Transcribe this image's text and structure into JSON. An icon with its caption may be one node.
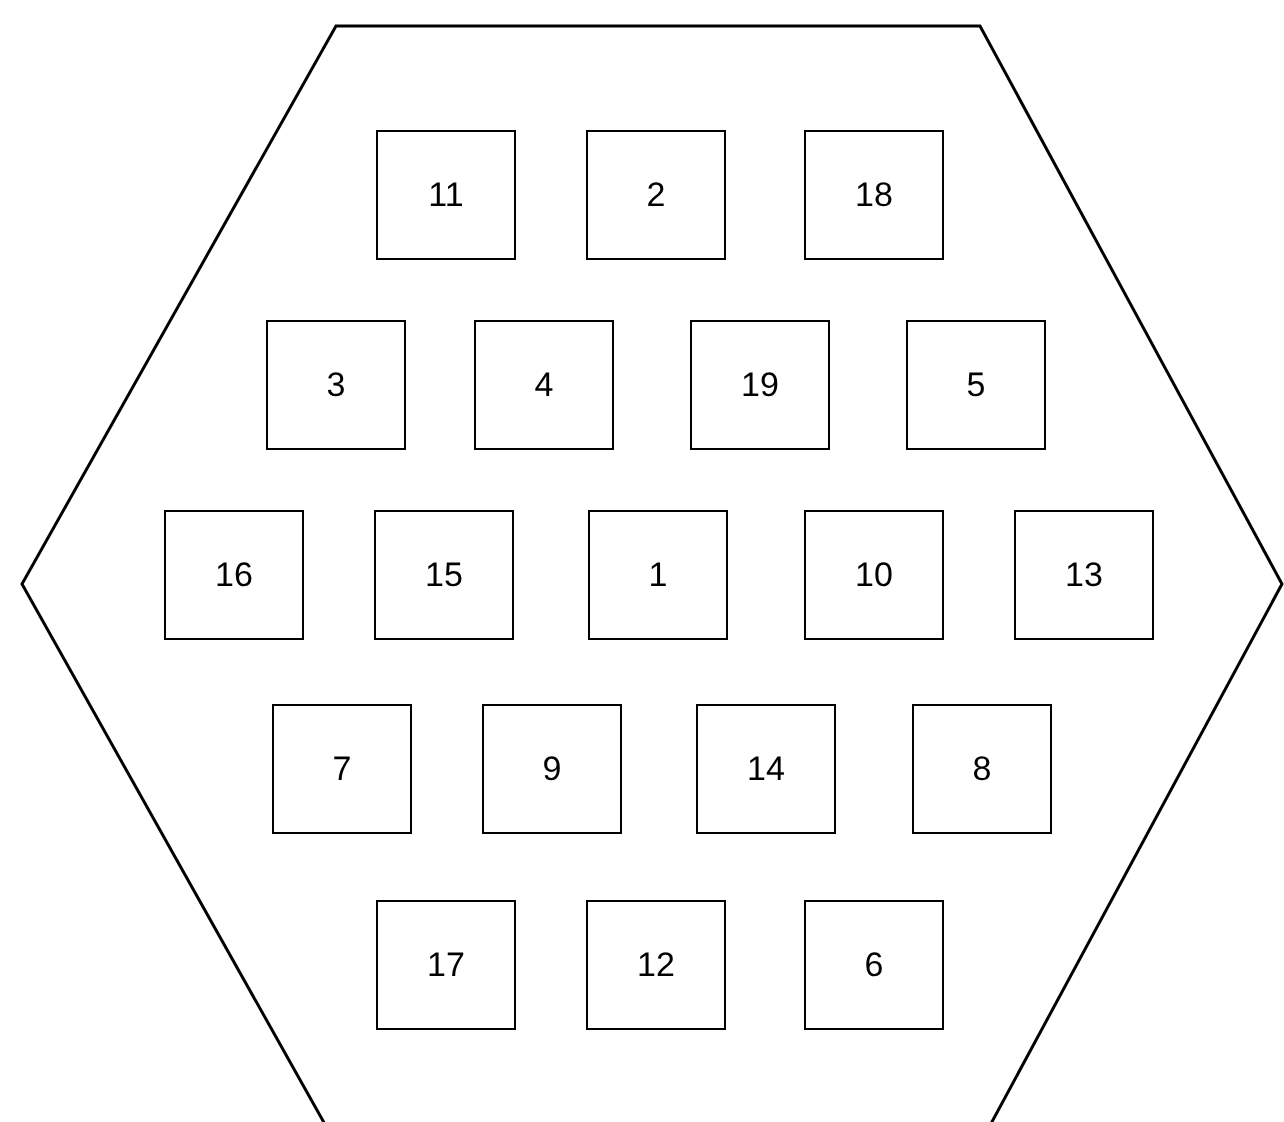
{
  "diagram": {
    "nodes": [
      {
        "text": [],
        "shape": "hexagon"
      },
      {
        "text": [
          "11"
        ],
        "in": 0
      },
      {
        "text": [
          "2"
        ],
        "in": 0
      },
      {
        "text": [
          "18"
        ],
        "in": 0
      },
      {
        "text": [
          "3"
        ],
        "in": 0
      },
      {
        "text": [
          "4"
        ],
        "in": 0
      },
      {
        "text": [
          "19"
        ],
        "in": 0
      },
      {
        "text": [
          "5"
        ],
        "in": 0
      },
      {
        "text": [
          "16"
        ],
        "in": 0
      },
      {
        "text": [
          "15"
        ],
        "in": 0
      },
      {
        "text": [
          "1"
        ],
        "in": 0
      },
      {
        "text": [
          "10"
        ],
        "in": 0
      },
      {
        "text": [
          "13"
        ],
        "in": 0
      },
      {
        "text": [
          "7"
        ],
        "in": 0
      },
      {
        "text": [
          "9"
        ],
        "in": 0
      },
      {
        "text": [
          "14"
        ],
        "in": 0
      },
      {
        "text": [
          "8"
        ],
        "in": 0
      },
      {
        "text": [
          "17"
        ],
        "in": 0
      },
      {
        "text": [
          "12"
        ],
        "in": 0
      },
      {
        "text": [
          "6"
        ],
        "in": 0
      }
    ]
  }
}
